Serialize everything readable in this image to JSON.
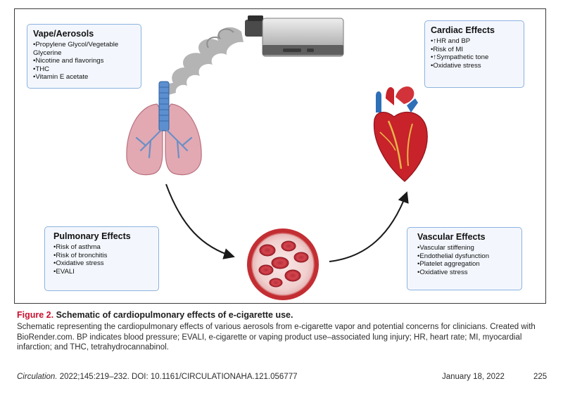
{
  "boxes": {
    "vape": {
      "title": "Vape/Aerosols",
      "items": [
        "•Propylene Glycol/Vegetable Glycerine",
        "•Nicotine and flavorings",
        "•THC",
        "•Vitamin E acetate"
      ]
    },
    "cardiac": {
      "title": "Cardiac Effects",
      "items": [
        "•↑HR and BP",
        "•Risk of MI",
        "•↑Sympathetic tone",
        "•Oxidative stress"
      ]
    },
    "pulmonary": {
      "title": "Pulmonary Effects",
      "items": [
        "•Risk of asthma",
        "•Risk of bronchitis",
        "•Oxidative stress",
        "•EVALI"
      ]
    },
    "vascular": {
      "title": "Vascular Effects",
      "items": [
        "•Vascular stiffening",
        "•Endothelial dysfunction",
        "•Platelet aggregation",
        "•Oxidative stress"
      ]
    }
  },
  "caption": {
    "label": "Figure 2.",
    "heading": "Schematic of cardiopulmonary effects of e-cigarette use.",
    "body": "Schematic representing the cardiopulmonary effects of various aerosols from e-cigarette vapor and potential concerns for clinicians. Created with BioRender.com. BP indicates blood pressure; EVALI, e-cigarette or vaping product use–associated lung injury; HR, heart rate; MI, myocardial infarction; and THC, tetrahydrocannabinol."
  },
  "footer": {
    "journal": "Circulation.",
    "citation": " 2022;145:219–232. DOI: 10.1161/CIRCULATIONAHA.121.056777",
    "date": "January 18, 2022",
    "page": "225"
  },
  "icons": [
    "e-cigarette-icon",
    "vapor-cloud-icon",
    "lungs-icon",
    "heart-icon",
    "blood-vessel-icon"
  ],
  "colors": {
    "caption_label": "#c8102e",
    "box_border": "#8db2de",
    "box_fill": "#f3f7fd",
    "lung_tissue": "#e2a9b2",
    "trachea": "#5b8fd0",
    "heart_red": "#c8222a",
    "vessel_blue": "#2f6fb8"
  }
}
